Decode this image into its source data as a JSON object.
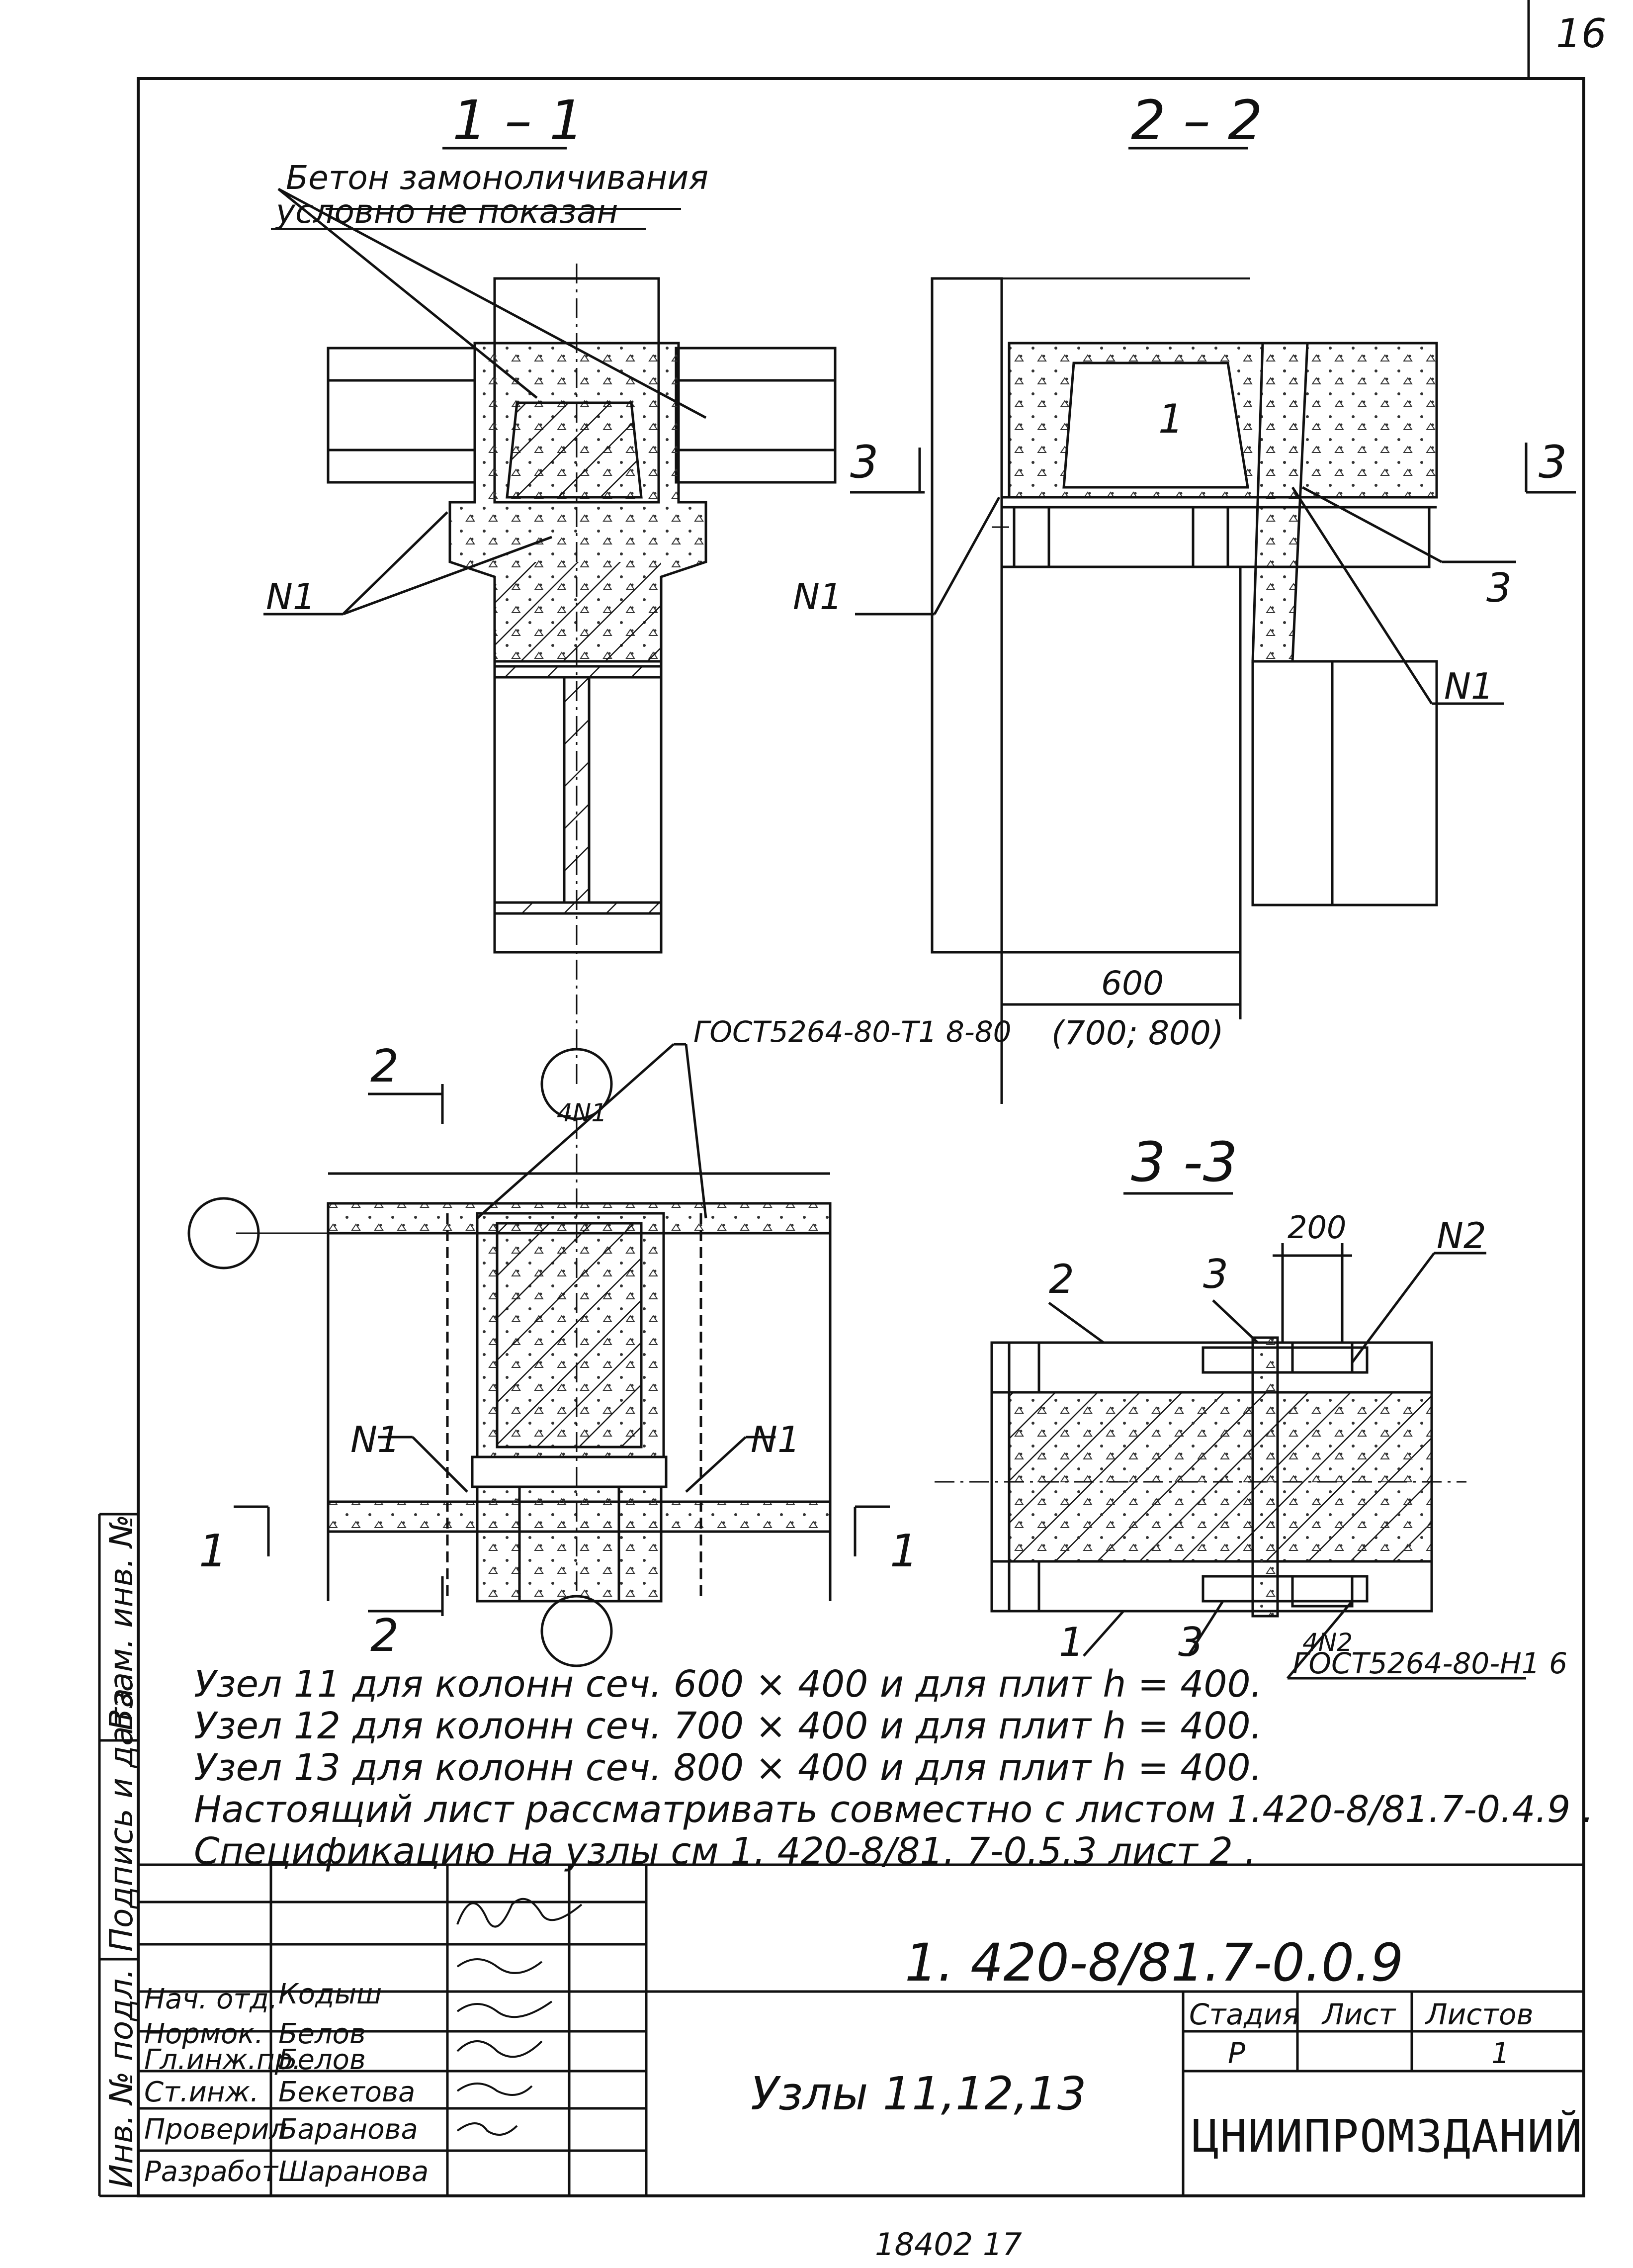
{
  "page_number": "16",
  "footer_number": "18402   17",
  "sections": {
    "s11": "1 – 1",
    "s22": "2 – 2",
    "s33": "3 -3"
  },
  "callouts": {
    "concrete_note_1": "Бетон замоноличивания",
    "concrete_note_2": "условно не показан",
    "n1": "N1",
    "n2": "N2",
    "one": "1",
    "two": "2",
    "three": "3",
    "cut3": "3",
    "cut2": "2",
    "cut1": "1",
    "weld1": "ГОСТ5264-80-Т1 8-80",
    "weld2": "ГОСТ5264-80-Н1 6",
    "weld_mark": "4N1",
    "weld_mark2": "4N2",
    "dim600": "600",
    "dim700": "(700; 800)",
    "dim200": "200"
  },
  "notes": [
    "Узел 11 для колонн сеч. 600 × 400  и для плит h = 400.",
    "Узел 12 для колонн сеч. 700 × 400  и для плит h = 400.",
    "Узел 13  для колонн сеч. 800 × 400  и для плит h = 400.",
    "Настоящий лист рассматривать совместно с листом 1.420-8/81.7-0.4.9 .",
    "Спецификацию на узлы см 1. 420-8/81. 7-0.5.3  лист 2 ."
  ],
  "title_block": {
    "code": "1. 420-8/81.7-0.0.9",
    "title": "Узлы 11,12,13",
    "stage_label": "Стадия",
    "sheet_label": "Лист",
    "sheets_label": "Листов",
    "stage": "Р",
    "sheets": "1",
    "organization": "ЦНИИПРОМЗДАНИЙ",
    "rows": [
      {
        "role": "Нач. отд.",
        "name": "Кодыш"
      },
      {
        "role": "Нормок.",
        "name": "Белов"
      },
      {
        "role": "Гл.инж.пр.",
        "name": "Белов"
      },
      {
        "role": "Ст.инж.",
        "name": "Бекетова"
      },
      {
        "role": "Проверил",
        "name": "Баранова"
      },
      {
        "role": "Разработ.",
        "name": "Шаранова"
      }
    ]
  },
  "side_labels": {
    "inv_podl": "Инв. № подл.",
    "podpis": "Подпись и дата",
    "vzam": "Взам. инв. №"
  }
}
